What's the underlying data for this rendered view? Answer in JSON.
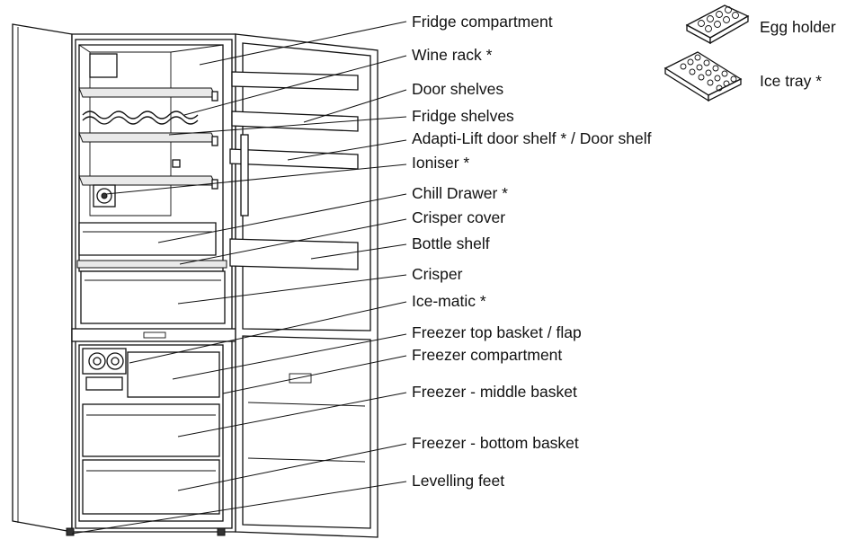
{
  "labels": {
    "fridge_compartment": "Fridge compartment",
    "wine_rack": "Wine rack *",
    "door_shelves": "Door shelves",
    "fridge_shelves": "Fridge shelves",
    "adapti_lift": "Adapti-Lift door shelf * / Door shelf",
    "ioniser": "Ioniser *",
    "chill_drawer": "Chill Drawer *",
    "crisper_cover": "Crisper cover",
    "bottle_shelf": "Bottle shelf",
    "crisper": "Crisper",
    "ice_matic": "Ice-matic *",
    "freezer_top_basket": "Freezer top basket / flap",
    "freezer_compartment": "Freezer compartment",
    "freezer_middle_basket": "Freezer - middle basket",
    "freezer_bottom_basket": "Freezer - bottom basket",
    "levelling_feet": "Levelling feet"
  },
  "accessories": {
    "egg_holder": "Egg holder",
    "ice_tray": "Ice tray *"
  }
}
